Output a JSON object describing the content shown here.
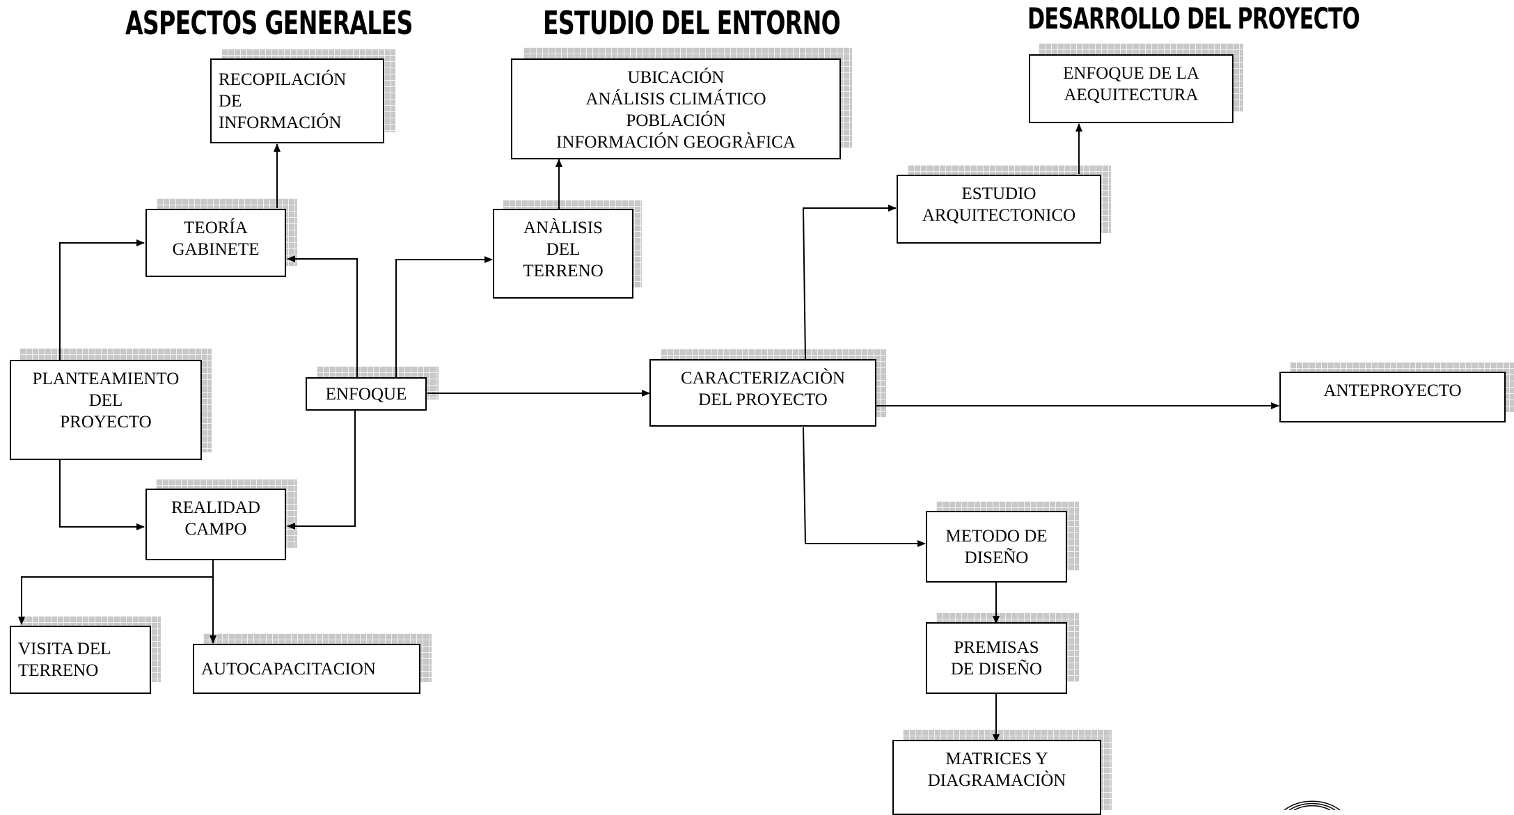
{
  "headings": {
    "aspectos": "ASPECTOS GENERALES",
    "estudio": "ESTUDIO DEL ENTORNO",
    "desarrollo": "DESARROLLO DEL PROYECTO"
  },
  "boxes": {
    "recopilacion": "RECOPILACIÓN\nDE\nINFORMACIÓN",
    "ubicacion": "UBICACIÓN\nANÁLISIS CLIMÁTICO\nPOBLACIÓN\nINFORMACIÓN GEOGRÀFICA",
    "enfoque_arq": "ENFOQUE DE LA\nAEQUITECTURA",
    "teoria": "TEORÍA\nGABINETE",
    "analisis": "ANÀLISIS\nDEL\nTERRENO",
    "estudio_arq": "ESTUDIO\nARQUITECTONICO",
    "planteamiento": "PLANTEAMIENTO\nDEL\nPROYECTO",
    "enfoque": "ENFOQUE",
    "caracterizacion": "CARACTERIZACIÒN\nDEL PROYECTO",
    "anteproyecto": "ANTEPROYECTO",
    "realidad": "REALIDAD\nCAMPO",
    "metodo": "METODO DE\nDISEÑO",
    "visita": "VISITA DEL\nTERRENO",
    "autocapacitacion": "AUTOCAPACITACION",
    "premisas": "PREMISAS\nDE DISEÑO",
    "matrices": "MATRICES Y\nDIAGRAMACIÒN"
  },
  "colors": {
    "shadow": "#c8c8c8",
    "stroke": "#000000"
  }
}
